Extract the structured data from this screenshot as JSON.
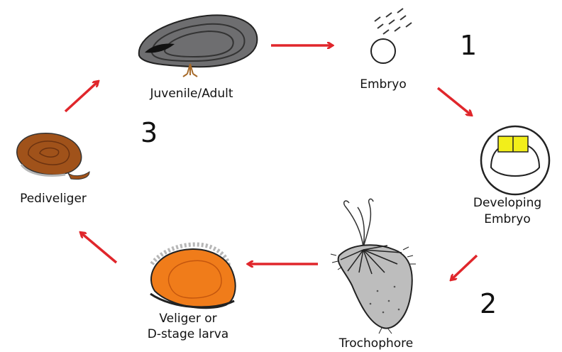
{
  "labels": {
    "juvenile_adult": "Juvenile/Adult",
    "embryo": "Embryo",
    "developing_embryo_line1": "Developing",
    "developing_embryo_line2": "Embryo",
    "trochophore": "Trochophore",
    "veliger_line1": "Veliger or",
    "veliger_line2": "D-stage larva",
    "pediveliger": "Pediveliger"
  },
  "stage_numbers": {
    "one": "1",
    "two": "2",
    "three": "3"
  },
  "colors": {
    "arrow": "#e0262b",
    "adult_shell": "#6e6e70",
    "veliger": "#f07c1a",
    "pediveliger": "#a0521a",
    "developing_yolk": "#f2ee1a",
    "trochophore": "#bdbdbd"
  }
}
